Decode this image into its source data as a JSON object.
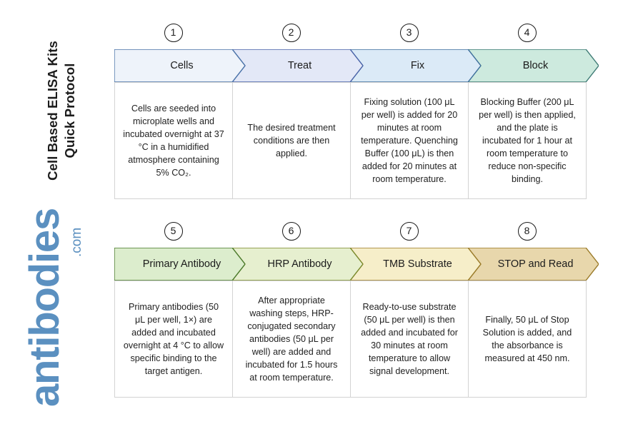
{
  "title": {
    "line1": "Cell Based ELISA Kits",
    "line2": "Quick Protocol"
  },
  "brand": {
    "name": "antibodies",
    "tld": ".com",
    "color": "#5b90c0"
  },
  "rows": [
    {
      "id": "row-1",
      "steps": [
        {
          "number": "1",
          "label": "Cells",
          "fill": "#eef3fa",
          "stroke": "#4a73a8",
          "body": "Cells are seeded into microplate wells and incubated overnight at 37 °C in a humidified atmosphere containing 5% CO₂."
        },
        {
          "number": "2",
          "label": "Treat",
          "fill": "#e3e8f7",
          "stroke": "#4a63a8",
          "body": "The desired treatment conditions are then applied."
        },
        {
          "number": "3",
          "label": "Fix",
          "fill": "#dbeaf7",
          "stroke": "#3f6f9e",
          "body": "Fixing solution (100 μL per well) is added for 20 minutes at room temperature. Quenching Buffer (100 μL) is then added for 20 minutes at room temperature."
        },
        {
          "number": "4",
          "label": "Block",
          "fill": "#cdeade",
          "stroke": "#3d7a74",
          "body": "Blocking Buffer (200 μL per well) is then applied, and the plate is incubated for 1 hour at room temperature to reduce non-specific binding."
        }
      ]
    },
    {
      "id": "row-2",
      "steps": [
        {
          "number": "5",
          "label": "Primary Antibody",
          "fill": "#dcedcd",
          "stroke": "#4a7a2c",
          "body": "Primary antibodies (50 μL per well, 1×) are added and incubated overnight at 4 °C to allow specific binding to the target antigen."
        },
        {
          "number": "6",
          "label": "HRP Antibody",
          "fill": "#e6efcf",
          "stroke": "#7a8a2c",
          "body": "After appropriate washing steps, HRP-conjugated secondary antibodies (50 μL per well) are added and incubated for 1.5 hours at room temperature."
        },
        {
          "number": "7",
          "label": "TMB Substrate",
          "fill": "#f6eec9",
          "stroke": "#9a7a28",
          "body": "Ready-to-use substrate (50 μL per well) is then added and incubated for 30 minutes at room temperature to allow signal development."
        },
        {
          "number": "8",
          "label": "STOP and Read",
          "fill": "#e8d7ac",
          "stroke": "#9a7a28",
          "body": "Finally, 50 μL of Stop Solution is added, and the absorbance is measured at 450 nm."
        }
      ]
    }
  ]
}
